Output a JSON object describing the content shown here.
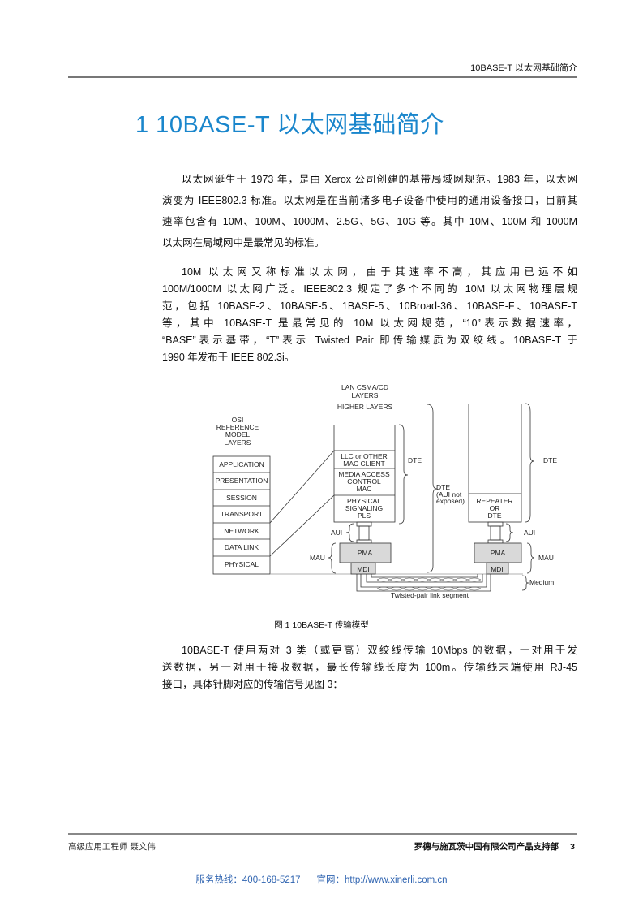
{
  "header": {
    "running_title": "10BASE-T 以太网基础简介"
  },
  "title": "1 10BASE-T 以太网基础简介",
  "paragraph1": [
    "以太网诞生于 1973 年，是由 Xerox 公司创建的基带局域网规范。1983 年，以太网",
    "演变为 IEEE802.3 标准。以太网是在当前诸多电子设备中使用的通用设备接口，目前其",
    "速率包含有 10M、100M、1000M、2.5G、5G、10G 等。其中 10M、100M 和 1000M",
    "以太网在局域网中是最常见的标准。"
  ],
  "paragraph2": [
    "10M 以太网又称标准以太网，由于其速率不高，其应用已远不如",
    "100M/1000M 以太网广泛。IEEE802.3 规定了多个不同的 10M 以太网物理层规",
    "范，包括 10BASE-2、10BASE-5、1BASE-5、10Broad-36、10BASE-F、10BASE-T",
    "等，其中 10BASE-T 是最常见的 10M 以太网规范，“10”表示数据速率，",
    "“BASE”表示基带，“T”表示 Twisted Pair 即传输媒质为双绞线。10BASE-T 于",
    "1990 年发布于 IEEE 802.3i。"
  ],
  "figure": {
    "lan_title": [
      "LAN CSMA/CD",
      "LAYERS"
    ],
    "higher_layers": "HIGHER LAYERS",
    "osi_title": [
      "OSI",
      "REFERENCE",
      "MODEL",
      "LAYERS"
    ],
    "osi_layers": [
      "APPLICATION",
      "PRESENTATION",
      "SESSION",
      "TRANSPORT",
      "NETWORK",
      "DATA LINK",
      "PHYSICAL"
    ],
    "llc": [
      "LLC or OTHER",
      "MAC CLIENT"
    ],
    "mac": [
      "MEDIA ACCESS",
      "CONTROL",
      "MAC"
    ],
    "pls": [
      "PHYSICAL",
      "SIGNALING",
      "PLS"
    ],
    "repeater": [
      "REPEATER",
      "OR",
      "DTE"
    ],
    "dte": "DTE",
    "dte_aui": [
      "DTE",
      "(AUI not",
      "exposed)"
    ],
    "aui": "AUI",
    "mau": "MAU",
    "pma": "PMA",
    "mdi": "MDI",
    "medium": "Medium",
    "link_segment": "Twisted-pair link segment",
    "caption": "图 1 10BASE-T 传输模型"
  },
  "paragraph3": [
    "10BASE-T 使用两对 3 类（或更高）双绞线传输 10Mbps 的数据，一对用于发",
    "送数据，另一对用于接收数据，最长传输线长度为 100m。传输线末端使用 RJ-45",
    "接口，具体针脚对应的传输信号见图 3："
  ],
  "footer": {
    "author": "高级应用工程师 聂文伟",
    "company": "罗德与施瓦茨中国有限公司产品支持部",
    "page": "3",
    "hotline": "服务热线：400-168-5217",
    "website": "官网：http://www.xinerli.com.cn"
  }
}
